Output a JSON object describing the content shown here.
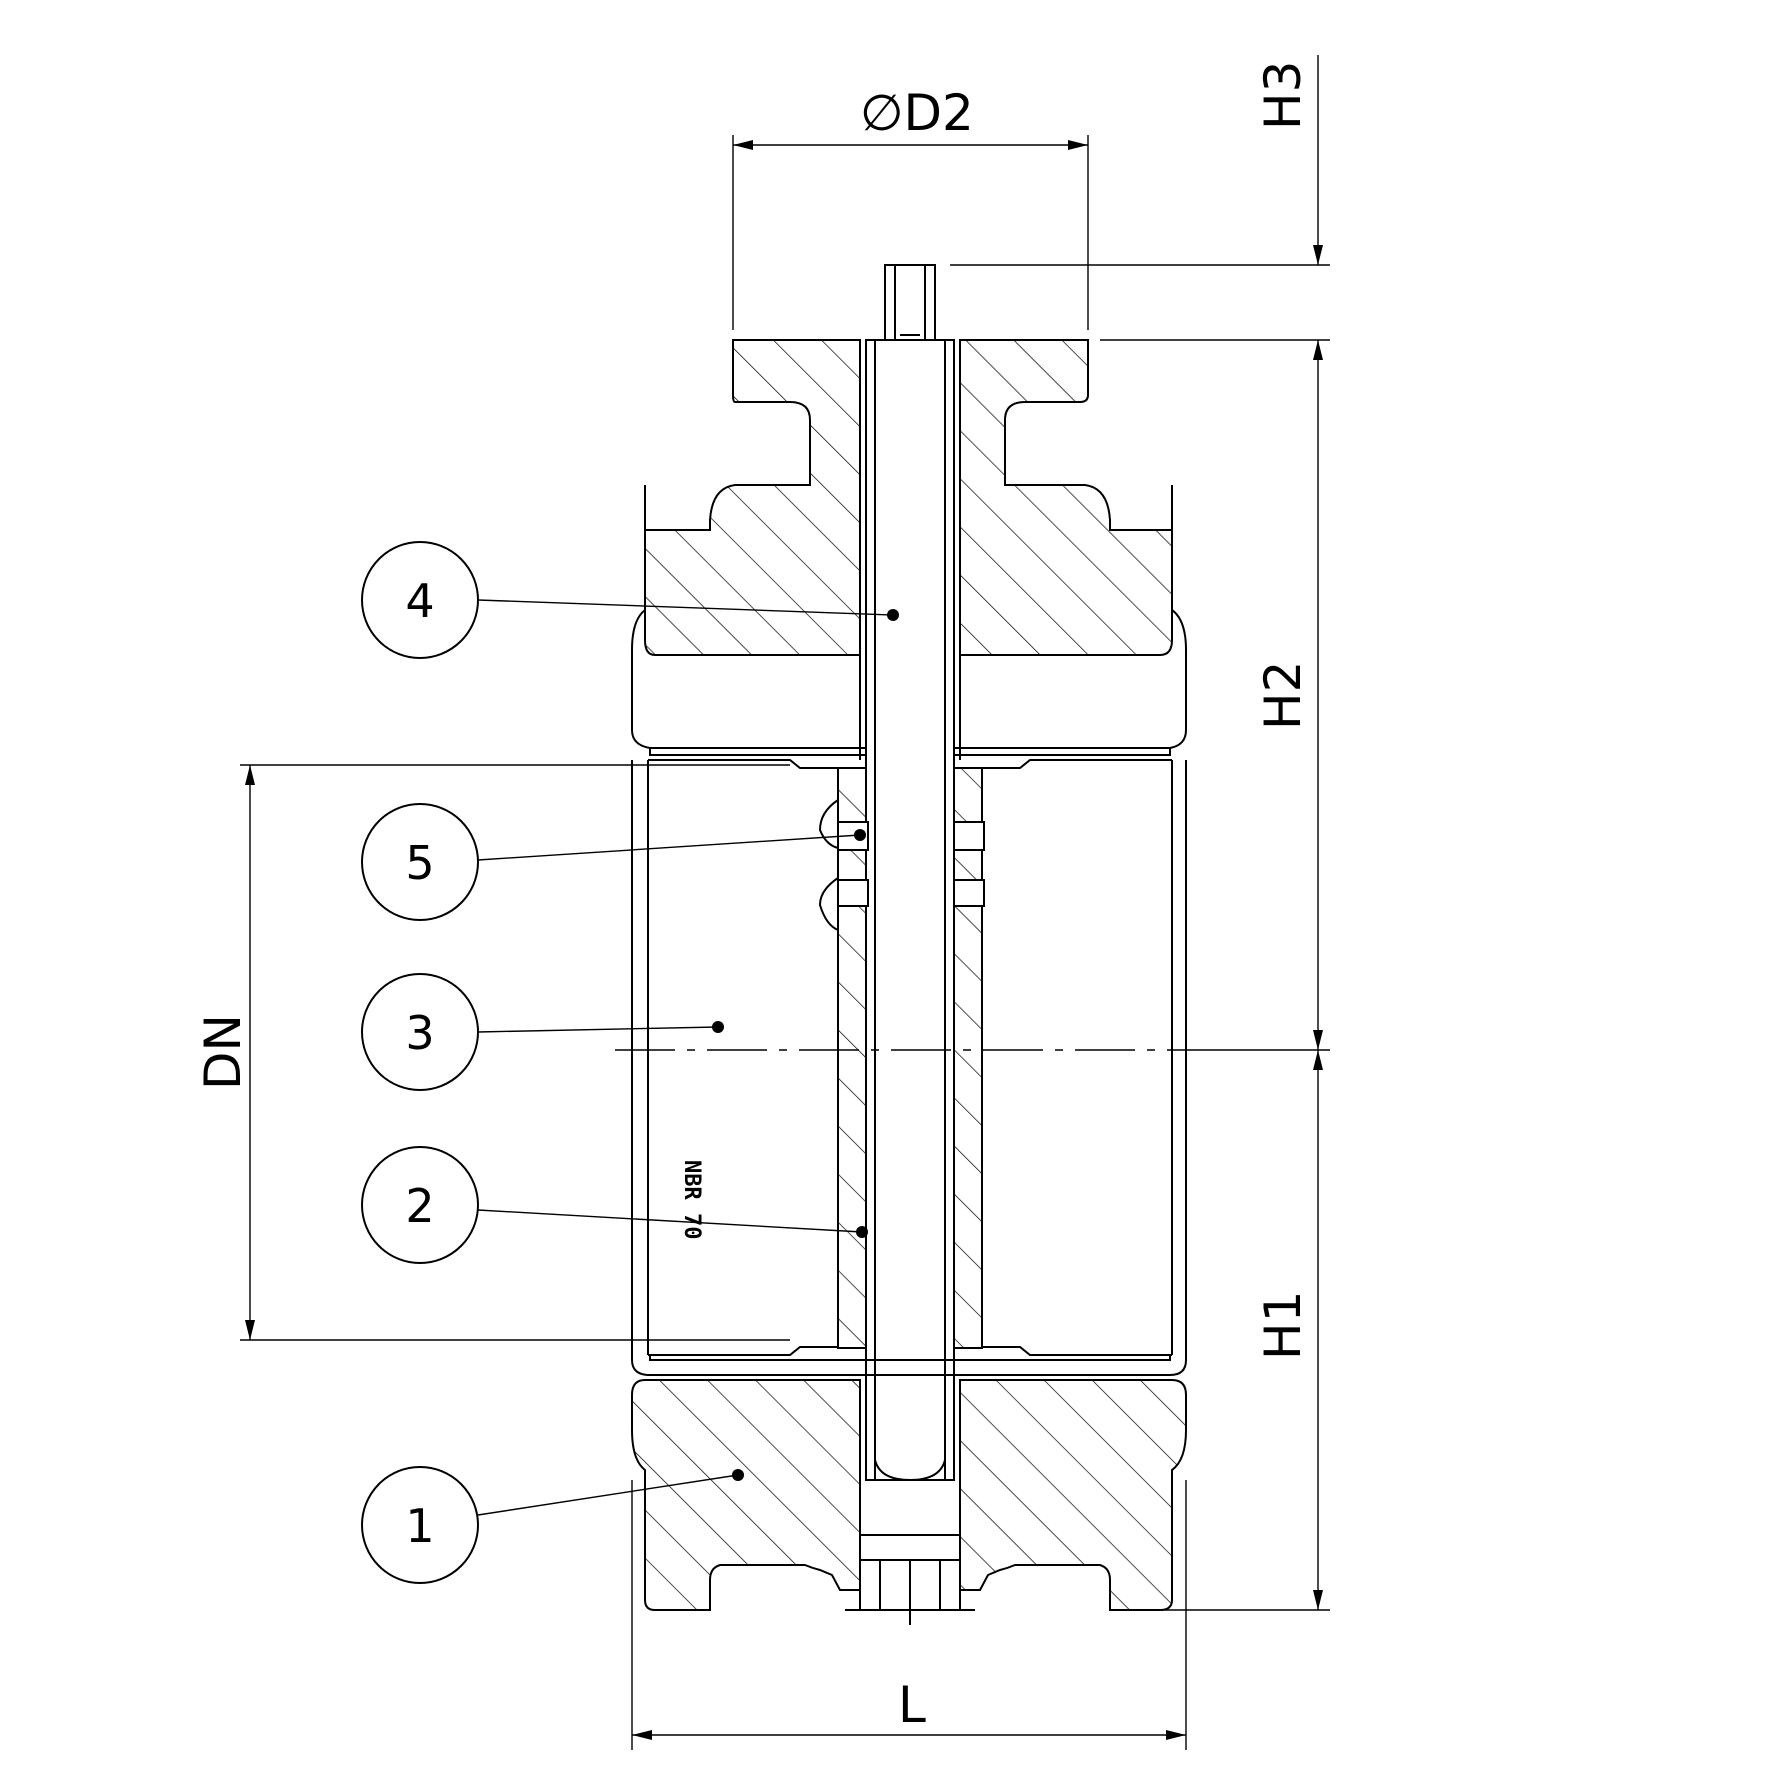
{
  "dimensions": {
    "d2": "∅D2",
    "h3": "H3",
    "h2": "H2",
    "h1": "H1",
    "dn": "DN",
    "l": "L"
  },
  "callouts": [
    {
      "id": "4",
      "label": "4"
    },
    {
      "id": "5",
      "label": "5"
    },
    {
      "id": "3",
      "label": "3"
    },
    {
      "id": "2",
      "label": "2"
    },
    {
      "id": "1",
      "label": "1"
    }
  ],
  "material_marking": "NBR 70"
}
